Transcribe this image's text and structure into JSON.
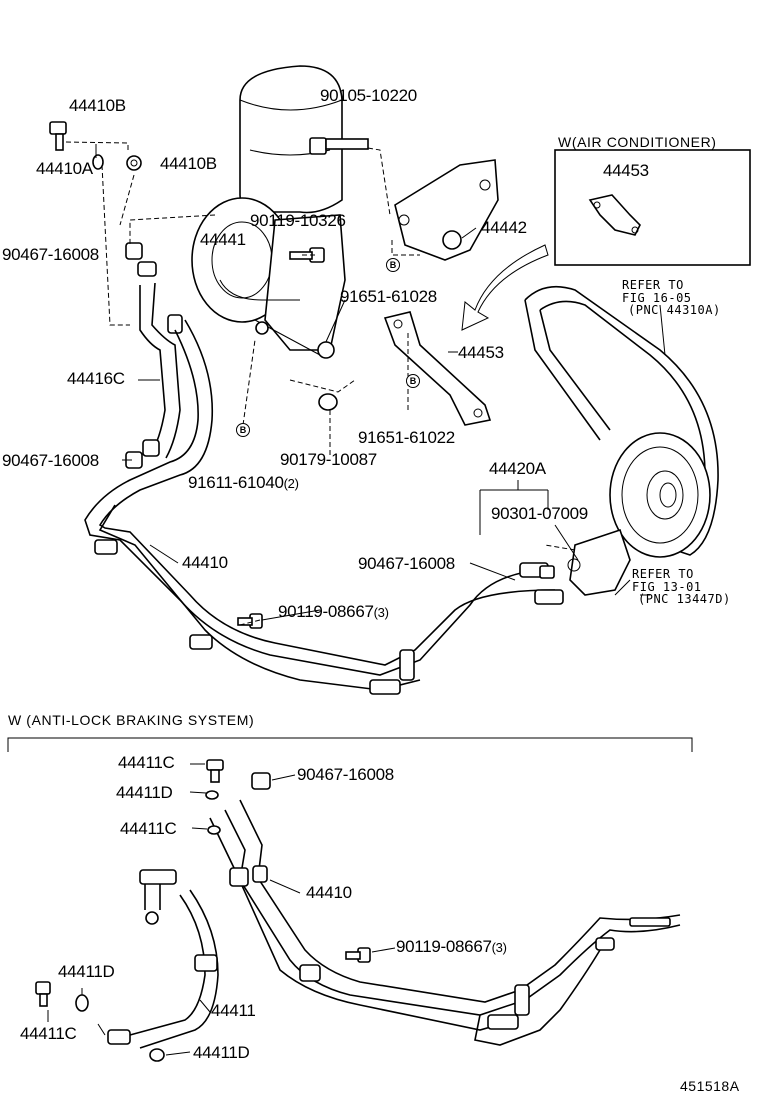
{
  "diagram_id": "451518A",
  "sections": {
    "air_conditioner": "W(AIR CONDITIONER)",
    "abs": "W (ANTI-LOCK BRAKING SYSTEM)"
  },
  "marker": "B",
  "refs": {
    "fig_16_05": [
      "REFER TO",
      "FIG 16-05",
      "(PNC 44310A)"
    ],
    "fig_13_01": [
      "REFER TO",
      "FIG 13-01",
      "(PNC 13447D)"
    ]
  },
  "parts": {
    "p44410B_top": "44410B",
    "p44410A": "44410A",
    "p44410B_mid": "44410B",
    "p90105": "90105-10220",
    "p90119_10326": "90119-10326",
    "p44441": "44441",
    "p90467_a": "90467-16008",
    "p44442": "44442",
    "p44453_ac": "44453",
    "p91651_61028": "91651-61028",
    "p44453": "44453",
    "p44416C": "44416C",
    "p90467_b": "90467-16008",
    "p90179": "90179-10087",
    "p91611": "91611-61040",
    "p91611_qty": "(2)",
    "p91651_61022": "91651-61022",
    "p44420A": "44420A",
    "p90301": "90301-07009",
    "p44410": "44410",
    "p90467_c": "90467-16008",
    "p90119_08667": "90119-08667",
    "p90119_08667_qty": "(3)",
    "p44411C_a": "44411C",
    "p44411D_a": "44411D",
    "p44411C_b": "44411C",
    "p90467_d": "90467-16008",
    "p44410_abs": "44410",
    "p90119_08667_abs": "90119-08667",
    "p90119_08667_abs_qty": "(3)",
    "p44411D_b": "44411D",
    "p44411": "44411",
    "p44411C_c": "44411C",
    "p44411D_c": "44411D"
  }
}
